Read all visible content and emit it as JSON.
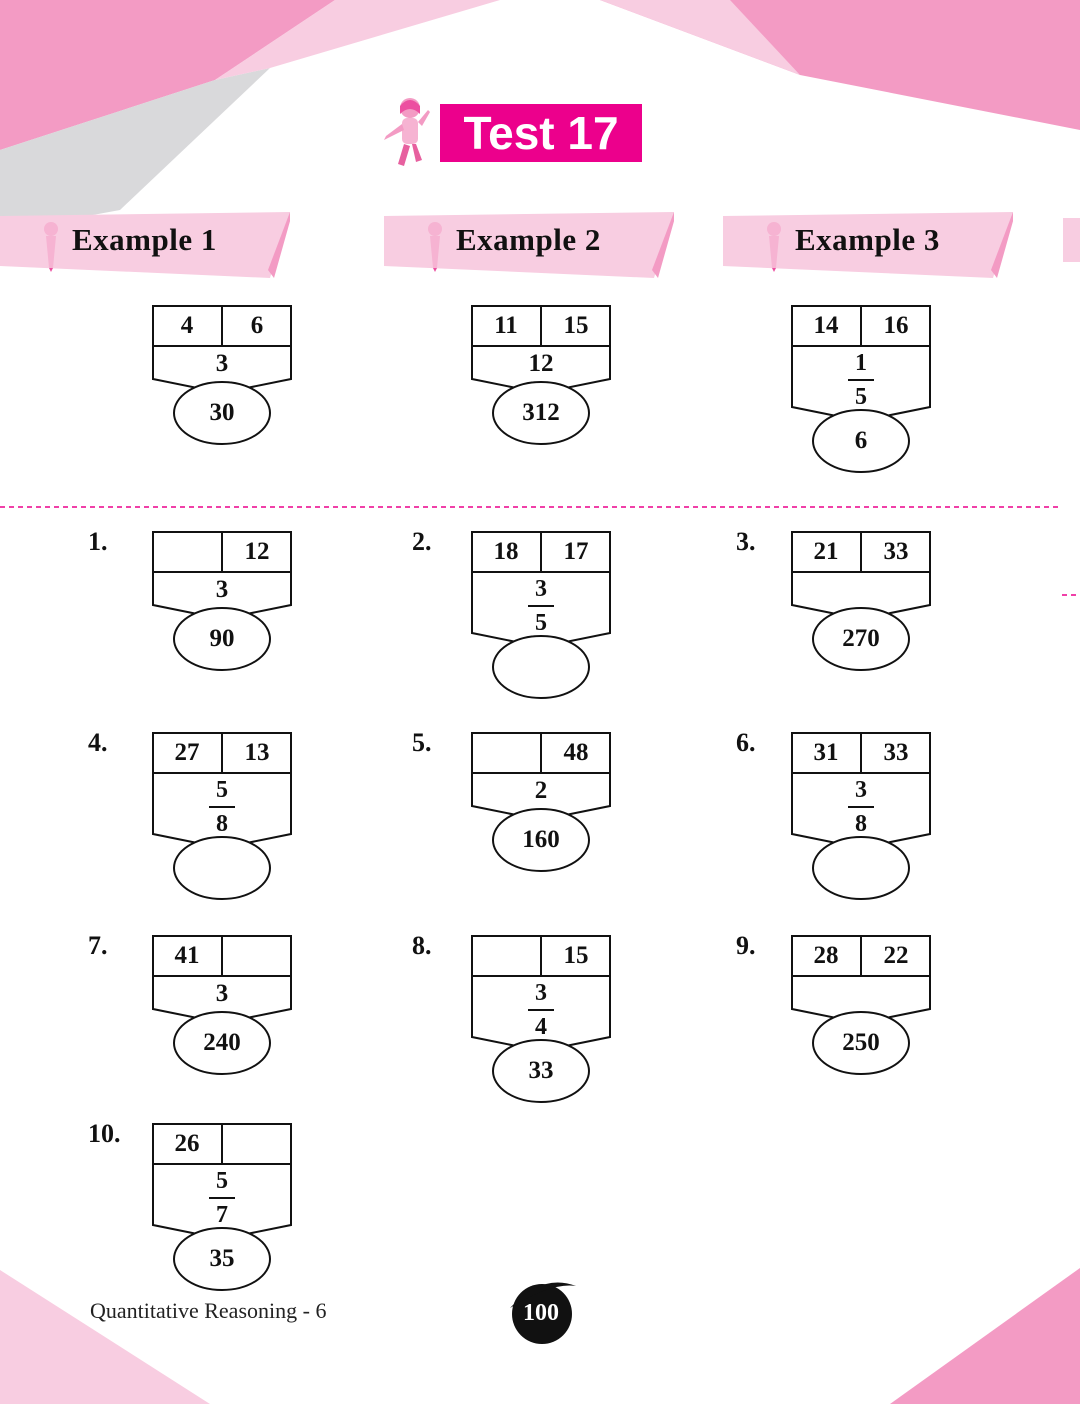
{
  "page": {
    "title": "Test 17",
    "footer": "Quantitative Reasoning - 6",
    "page_number": "100"
  },
  "colors": {
    "accent": "#ec008c",
    "pink_light": "#f8cde1",
    "pink_mid": "#f39bc4",
    "grey": "#d9d9db"
  },
  "examples": [
    {
      "label": "Example  1",
      "left": "4",
      "right": "6",
      "middle": "3",
      "bottom": "30"
    },
    {
      "label": "Example  2",
      "left": "11",
      "right": "15",
      "middle": "12",
      "bottom": "312"
    },
    {
      "label": "Example  3",
      "left": "14",
      "right": "16",
      "num": "1",
      "den": "5",
      "bottom": "6"
    }
  ],
  "questions": [
    {
      "num": "1.",
      "left": "",
      "right": "12",
      "middle": "3",
      "bottom": "90"
    },
    {
      "num": "2.",
      "left": "18",
      "right": "17",
      "num_f": "3",
      "den_f": "5",
      "bottom": ""
    },
    {
      "num": "3.",
      "left": "21",
      "right": "33",
      "middle": "",
      "bottom": "270"
    },
    {
      "num": "4.",
      "left": "27",
      "right": "13",
      "num_f": "5",
      "den_f": "8",
      "bottom": ""
    },
    {
      "num": "5.",
      "left": "",
      "right": "48",
      "middle": "2",
      "bottom": "160"
    },
    {
      "num": "6.",
      "left": "31",
      "right": "33",
      "num_f": "3",
      "den_f": "8",
      "bottom": ""
    },
    {
      "num": "7.",
      "left": "41",
      "right": "",
      "middle": "3",
      "bottom": "240"
    },
    {
      "num": "8.",
      "left": "",
      "right": "15",
      "num_f": "3",
      "den_f": "4",
      "bottom": "33"
    },
    {
      "num": "9.",
      "left": "28",
      "right": "22",
      "middle": "",
      "bottom": "250"
    },
    {
      "num": "10.",
      "left": "26",
      "right": "",
      "num_f": "5",
      "den_f": "7",
      "bottom": "35"
    }
  ],
  "icons": [
    "girl-mascot-icon",
    "pencil-girl-icon"
  ]
}
